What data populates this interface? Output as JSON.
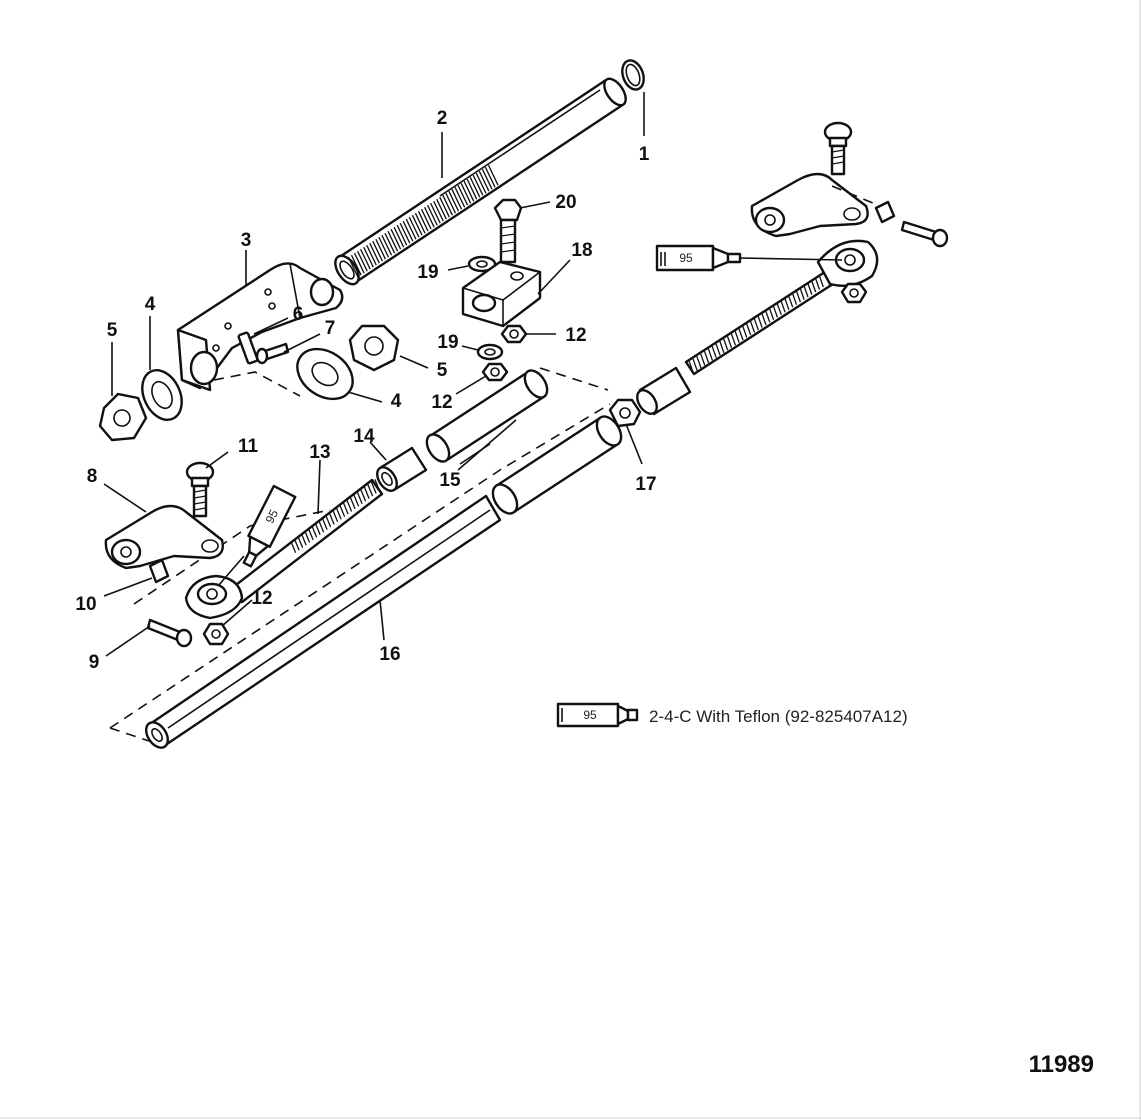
{
  "callouts": [
    {
      "id": "c1",
      "text": "1"
    },
    {
      "id": "c2",
      "text": "2"
    },
    {
      "id": "c3",
      "text": "3"
    },
    {
      "id": "c4a",
      "text": "4"
    },
    {
      "id": "c4b",
      "text": "4"
    },
    {
      "id": "c5a",
      "text": "5"
    },
    {
      "id": "c5b",
      "text": "5"
    },
    {
      "id": "c6",
      "text": "6"
    },
    {
      "id": "c7",
      "text": "7"
    },
    {
      "id": "c8",
      "text": "8"
    },
    {
      "id": "c9",
      "text": "9"
    },
    {
      "id": "c10",
      "text": "10"
    },
    {
      "id": "c11",
      "text": "11"
    },
    {
      "id": "c12a",
      "text": "12"
    },
    {
      "id": "c12b",
      "text": "12"
    },
    {
      "id": "c12c",
      "text": "12"
    },
    {
      "id": "c13",
      "text": "13"
    },
    {
      "id": "c14",
      "text": "14"
    },
    {
      "id": "c15",
      "text": "15"
    },
    {
      "id": "c16",
      "text": "16"
    },
    {
      "id": "c17",
      "text": "17"
    },
    {
      "id": "c18",
      "text": "18"
    },
    {
      "id": "c19a",
      "text": "19"
    },
    {
      "id": "c19b",
      "text": "19"
    },
    {
      "id": "c20",
      "text": "20"
    }
  ],
  "tube_labels": [
    "95",
    "95",
    "95"
  ],
  "legend": {
    "tube_label": "95",
    "text": "2-4-C With Teflon (92-825407A12)"
  },
  "figure_number": "11989",
  "colors": {
    "ink": "#111111",
    "paper": "#ffffff"
  }
}
